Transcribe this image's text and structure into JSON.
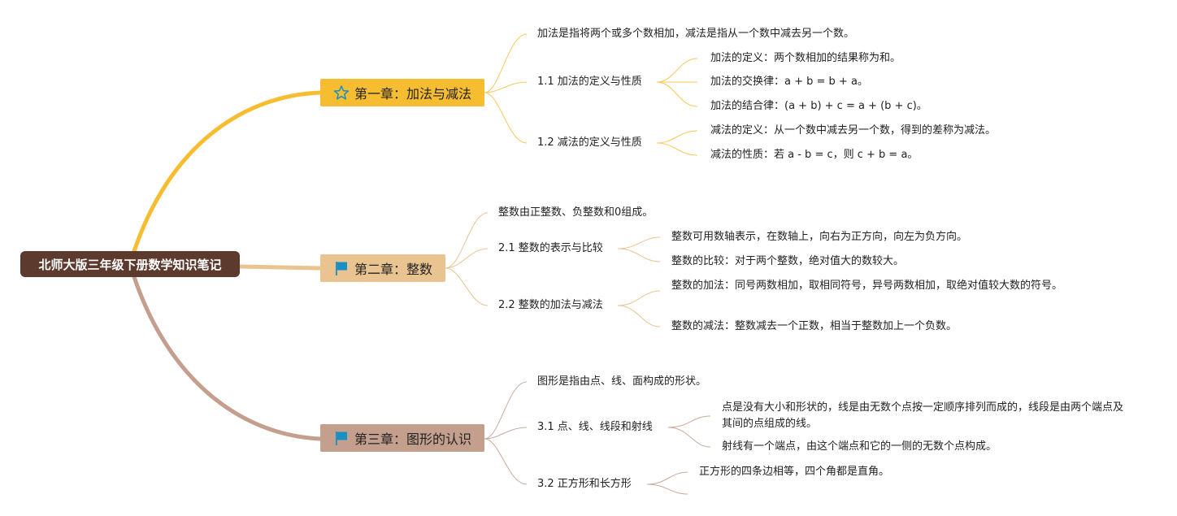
{
  "root": {
    "title": "北师大版三年级下册数学知识笔记"
  },
  "chapters": [
    {
      "title": "第一章：加法与减法",
      "icon": "star-icon",
      "color": "#f7bd31",
      "intro": "加法是指将两个或多个数相加，减法是指从一个数中减去另一个数。",
      "sections": [
        {
          "title": "1.1 加法的定义与性质",
          "items": [
            "加法的定义：两个数相加的结果称为和。",
            "加法的交换律：a + b = b + a。",
            "加法的结合律：(a + b) + c = a + (b + c)。"
          ]
        },
        {
          "title": "1.2 减法的定义与性质",
          "items": [
            "减法的定义：从一个数中减去另一个数，得到的差称为减法。",
            "减法的性质：若 a - b = c，则 c + b = a。"
          ]
        }
      ]
    },
    {
      "title": "第二章：整数",
      "icon": "flag-icon",
      "color": "#e9c490",
      "intro": "整数由正整数、负整数和0组成。",
      "sections": [
        {
          "title": "2.1 整数的表示与比较",
          "items": [
            "整数可用数轴表示，在数轴上，向右为正方向，向左为负方向。",
            "整数的比较：对于两个整数，绝对值大的数较大。"
          ]
        },
        {
          "title": "2.2 整数的加法与减法",
          "items": [
            "整数的加法：同号两数相加，取相同符号，异号两数相加，取绝对值较大数的符号。",
            "整数的减法：整数减去一个正数，相当于整数加上一个负数。"
          ]
        }
      ]
    },
    {
      "title": "第三章：图形的认识",
      "icon": "flag-icon",
      "color": "#c49f8e",
      "intro": "图形是指由点、线、面构成的形状。",
      "sections": [
        {
          "title": "3.1 点、线、线段和射线",
          "items": [
            "点是没有大小和形状的，线是由无数个点按一定顺序排列而成的，线段是由两个端点及其间的点组成的线。",
            "射线有一个端点，由这个端点和它的一侧的无数个点构成。"
          ]
        },
        {
          "title": "3.2 正方形和长方形",
          "items": [
            "正方形的四条边相等，四个角都是直角。"
          ]
        }
      ]
    }
  ]
}
